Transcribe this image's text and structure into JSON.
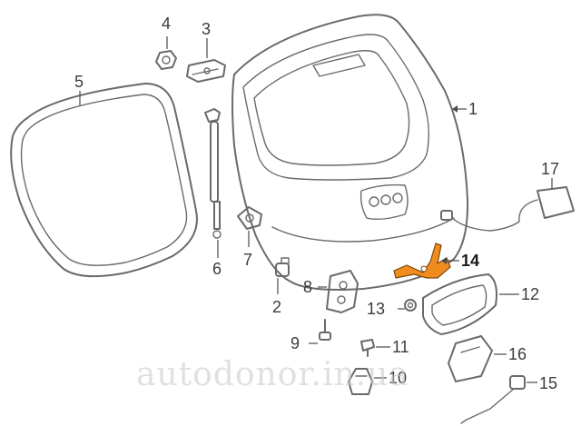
{
  "diagram": {
    "highlight_color": "#f08c1e",
    "line_color": "#6a6a6a",
    "callouts": [
      {
        "id": "c1",
        "label": "1"
      },
      {
        "id": "c2",
        "label": "2"
      },
      {
        "id": "c3",
        "label": "3"
      },
      {
        "id": "c4",
        "label": "4"
      },
      {
        "id": "c5",
        "label": "5"
      },
      {
        "id": "c6",
        "label": "6"
      },
      {
        "id": "c7",
        "label": "7"
      },
      {
        "id": "c8",
        "label": "8"
      },
      {
        "id": "c9",
        "label": "9"
      },
      {
        "id": "c10",
        "label": "10"
      },
      {
        "id": "c11",
        "label": "11"
      },
      {
        "id": "c12",
        "label": "12"
      },
      {
        "id": "c13",
        "label": "13"
      },
      {
        "id": "c14",
        "label": "14",
        "highlighted": true
      },
      {
        "id": "c15",
        "label": "15"
      },
      {
        "id": "c16",
        "label": "16"
      },
      {
        "id": "c17",
        "label": "17"
      }
    ],
    "watermark": "autodonor.in.ua"
  }
}
